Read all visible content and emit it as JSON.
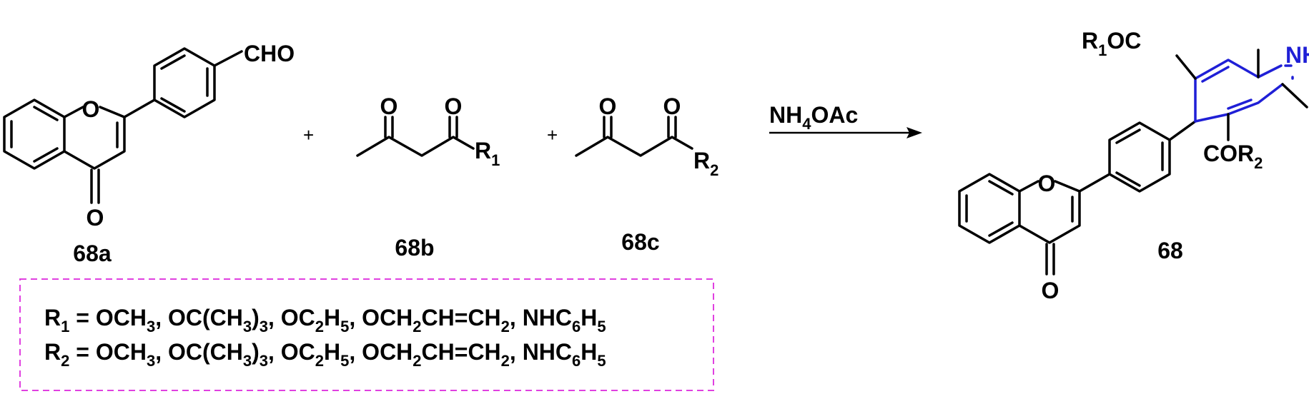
{
  "compounds": {
    "a": {
      "label": "68a",
      "aldehyde": "CHO",
      "ring_o": "O",
      "keto_o": "O"
    },
    "b": {
      "label": "68b",
      "o1": "O",
      "o2": "O",
      "r": "R",
      "r_sub": "1"
    },
    "c": {
      "label": "68c",
      "o1": "O",
      "o2": "O",
      "r": "R",
      "r_sub": "2"
    },
    "product": {
      "label": "68",
      "ester_left_a": "R",
      "ester_left_sub": "1",
      "ester_left_b": "OC",
      "nh": "NH",
      "ester_right_a": "COR",
      "ester_right_sub": "2",
      "ring_o": "O",
      "keto_o": "O"
    }
  },
  "plus_signs": [
    "+",
    "+"
  ],
  "reagent": {
    "a": "NH",
    "sub": "4",
    "b": "OAc"
  },
  "substituents": {
    "r1": {
      "r": "R",
      "sub": "1",
      "text": " = OCH",
      "s1": "3",
      "t2": ", OC(CH",
      "s2": "3",
      "t3": ")",
      "s3": "3",
      "t4": ", OC",
      "s4": "2",
      "t5": "H",
      "s5": "5",
      "t6": ", OCH",
      "s6": "2",
      "t7": "CH=CH",
      "s7": "2",
      "t8": ", NHC",
      "s8": "6",
      "t9": "H",
      "s9": "5"
    },
    "r2": {
      "r": "R",
      "sub": "2",
      "text": " = OCH",
      "s1": "3",
      "t2": ", OC(CH",
      "s2": "3",
      "t3": ")",
      "s3": "3",
      "t4": ", OC",
      "s4": "2",
      "t5": "H",
      "s5": "5",
      "t6": ", OCH",
      "s6": "2",
      "t7": "CH=CH",
      "s7": "2",
      "t8": ", NHC",
      "s8": "6",
      "t9": "H",
      "s9": "5"
    }
  },
  "colors": {
    "highlight_ring": "#1f1fd6",
    "box_border": "#e040e0"
  }
}
